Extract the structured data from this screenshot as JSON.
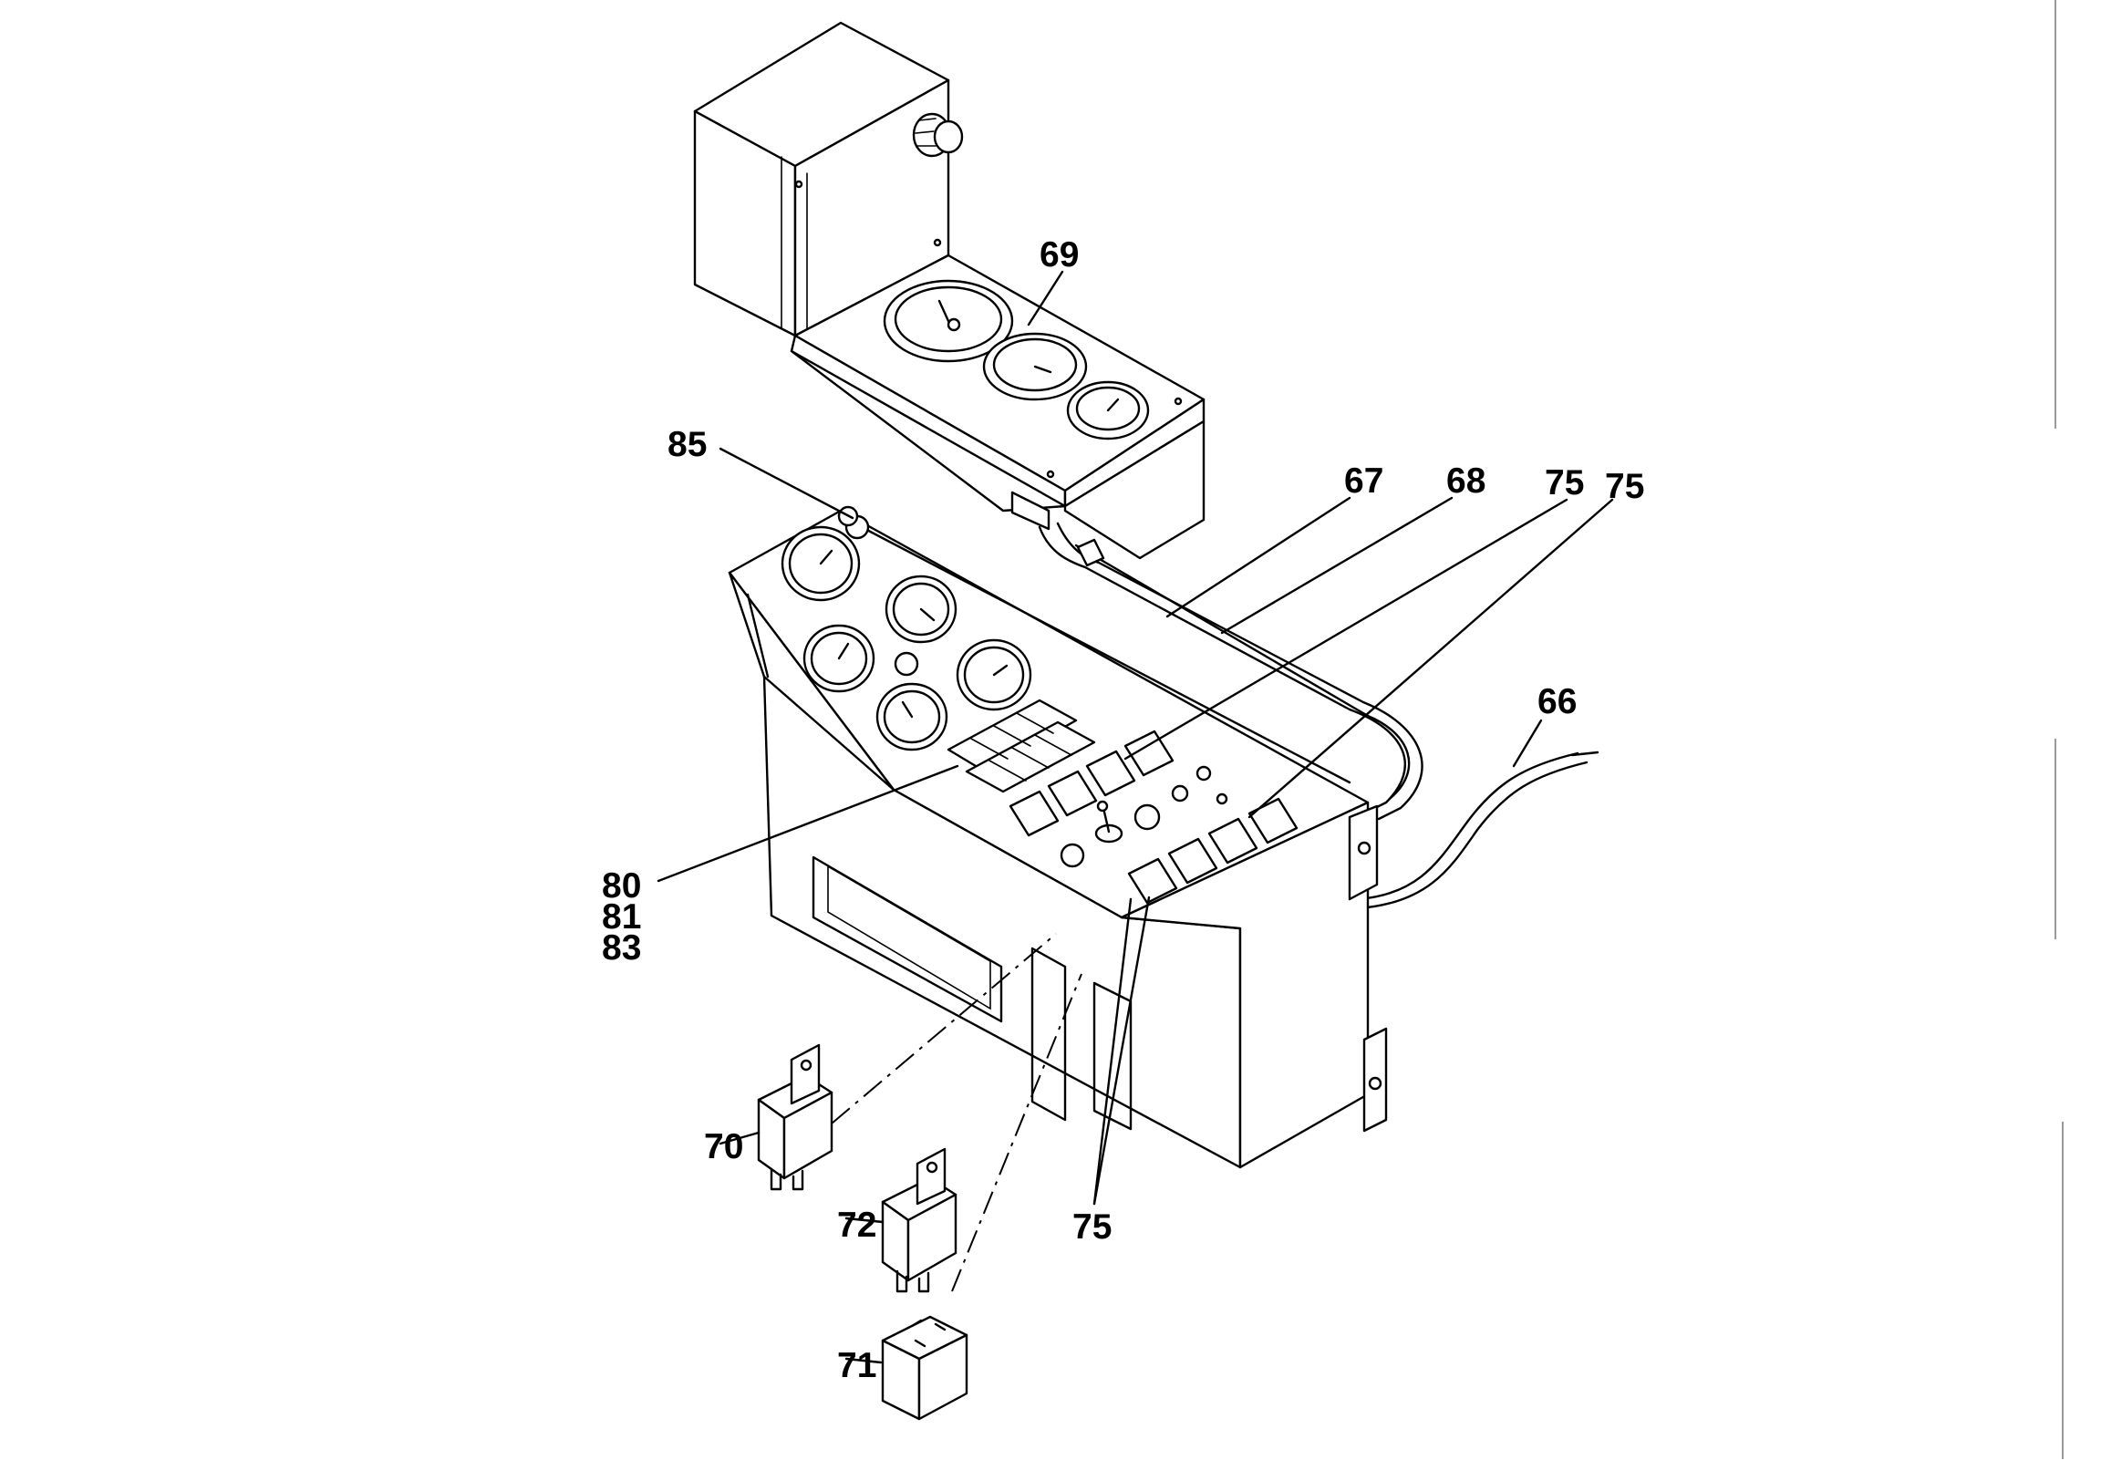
{
  "callouts": {
    "c69": "69",
    "c85": "85",
    "c67": "67",
    "c68": "68",
    "c75a": "75",
    "c75b": "75",
    "c66": "66",
    "c80": "80",
    "c81": "81",
    "c83": "83",
    "c70": "70",
    "c72": "72",
    "c75c": "75",
    "c71": "71"
  }
}
